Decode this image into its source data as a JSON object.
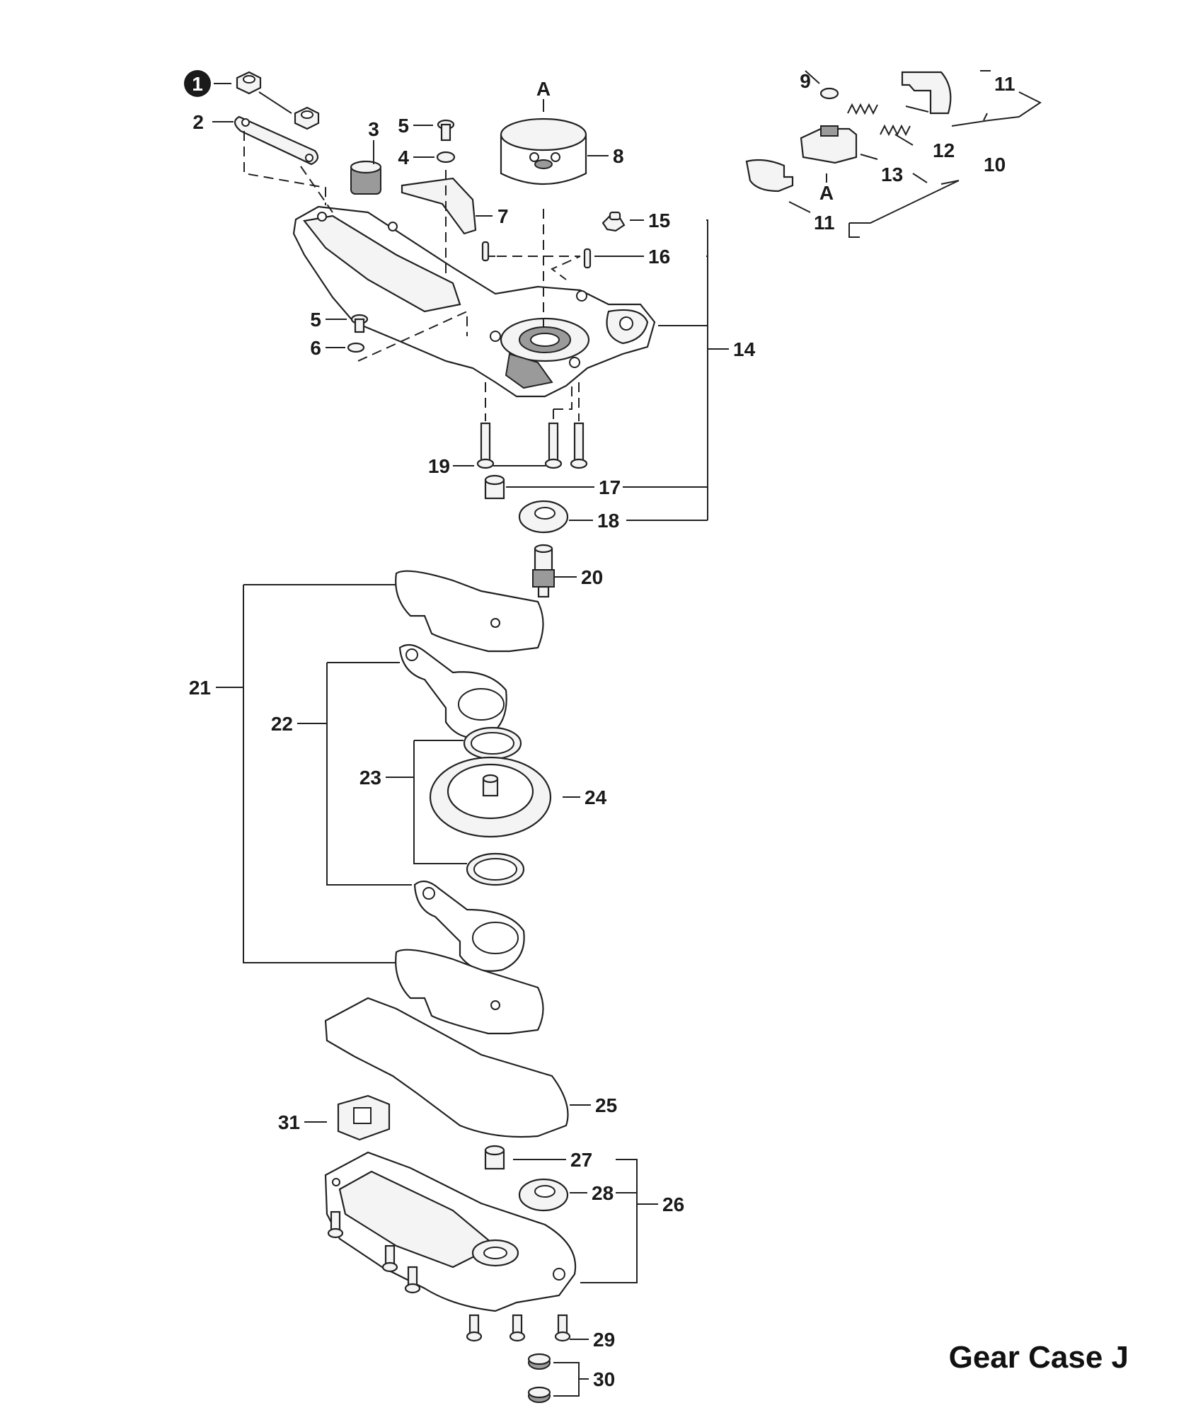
{
  "diagram": {
    "title": "Gear Case J",
    "view_marker": "A",
    "labels": [
      "1",
      "2",
      "3",
      "4",
      "5",
      "5",
      "6",
      "7",
      "8",
      "9",
      "10",
      "11",
      "11",
      "12",
      "13",
      "14",
      "15",
      "16",
      "17",
      "18",
      "19",
      "20",
      "21",
      "22",
      "23",
      "24",
      "25",
      "26",
      "27",
      "28",
      "29",
      "30",
      "31"
    ]
  }
}
